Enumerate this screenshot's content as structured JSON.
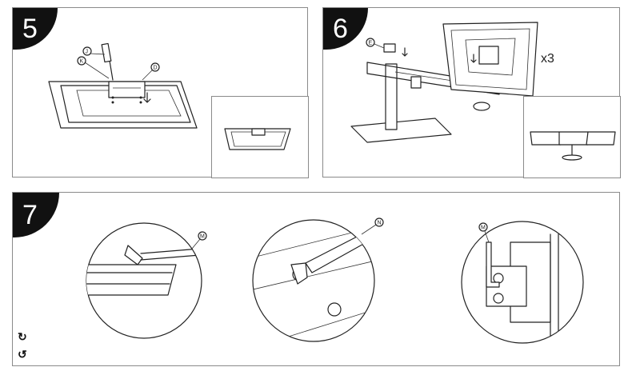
{
  "steps": [
    {
      "number": "5",
      "callouts": [
        "J",
        "K",
        "D"
      ]
    },
    {
      "number": "6",
      "callouts": [
        "E"
      ],
      "multiplier": "x3"
    },
    {
      "number": "7",
      "callouts": [
        "M",
        "N",
        "M"
      ]
    }
  ],
  "icons": [
    "tighten-clockwise-icon",
    "loosen-counterclockwise-icon"
  ]
}
